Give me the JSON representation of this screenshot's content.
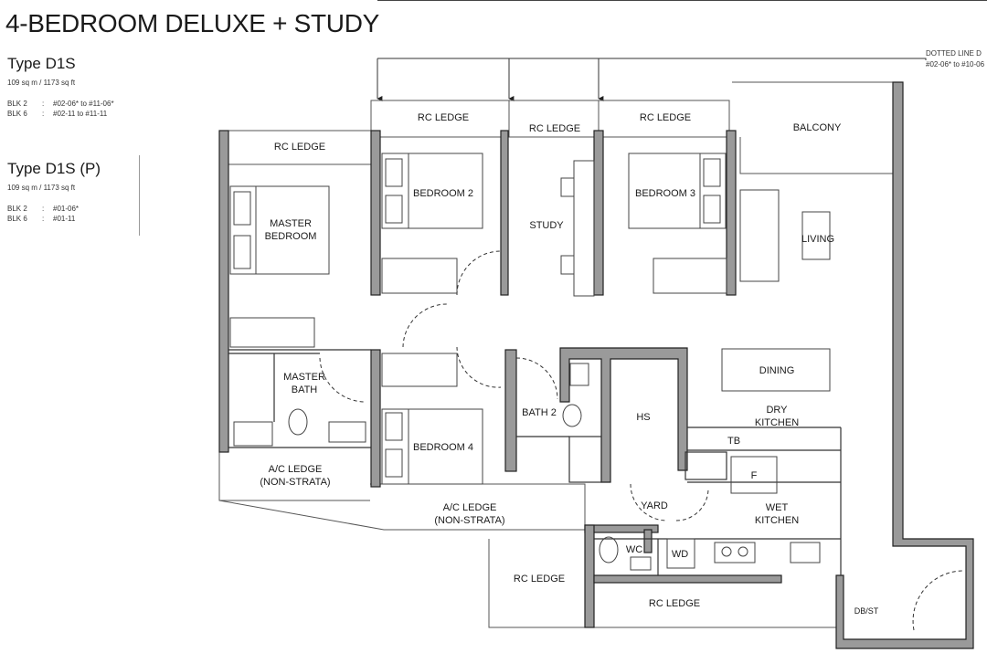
{
  "header": {
    "title": "4-BEDROOM DELUXE + STUDY"
  },
  "unit_types": [
    {
      "name": "Type D1S",
      "area": "109 sq m /  1173 sq ft",
      "blocks": [
        {
          "blk": "BLK 2",
          "sep": ":",
          "units": "#02-06* to #11-06*"
        },
        {
          "blk": "BLK 6",
          "sep": ":",
          "units": "#02-11 to #11-11"
        }
      ]
    },
    {
      "name": "Type D1S (P)",
      "area": "109 sq m /  1173 sq ft",
      "blocks": [
        {
          "blk": "BLK 2",
          "sep": ":",
          "units": "#01-06*"
        },
        {
          "blk": "BLK 6",
          "sep": ":",
          "units": "#01-11"
        }
      ]
    }
  ],
  "dotted_note": {
    "line1": "DOTTED LINE D",
    "line2": "#02-06* to #10-06"
  },
  "rooms": {
    "rc_ledge_master": "RC LEDGE",
    "rc_ledge_bed2": "RC LEDGE",
    "rc_ledge_study": "RC LEDGE",
    "rc_ledge_bed3": "RC LEDGE",
    "balcony": "BALCONY",
    "master_bedroom_1": "MASTER",
    "master_bedroom_2": "BEDROOM",
    "bedroom2": "BEDROOM 2",
    "study": "STUDY",
    "bedroom3": "BEDROOM 3",
    "living": "LIVING",
    "master_bath_1": "MASTER",
    "master_bath_2": "BATH",
    "bedroom4": "BEDROOM 4",
    "bath2": "BATH 2",
    "hs": "HS",
    "dining": "DINING",
    "dry_kitchen_1": "DRY",
    "dry_kitchen_2": "KITCHEN",
    "tb": "TB",
    "fridge": "F",
    "wet_kitchen_1": "WET",
    "wet_kitchen_2": "KITCHEN",
    "yard": "YARD",
    "ac_ledge_left_1": "A/C LEDGE",
    "ac_ledge_left_2": "(NON-STRATA)",
    "ac_ledge_mid_1": "A/C LEDGE",
    "ac_ledge_mid_2": "(NON-STRATA)",
    "wc": "WC",
    "wd": "WD",
    "rc_ledge_bottom_left": "RC LEDGE",
    "rc_ledge_bottom_mid": "RC LEDGE",
    "db_st": "DB/ST"
  }
}
